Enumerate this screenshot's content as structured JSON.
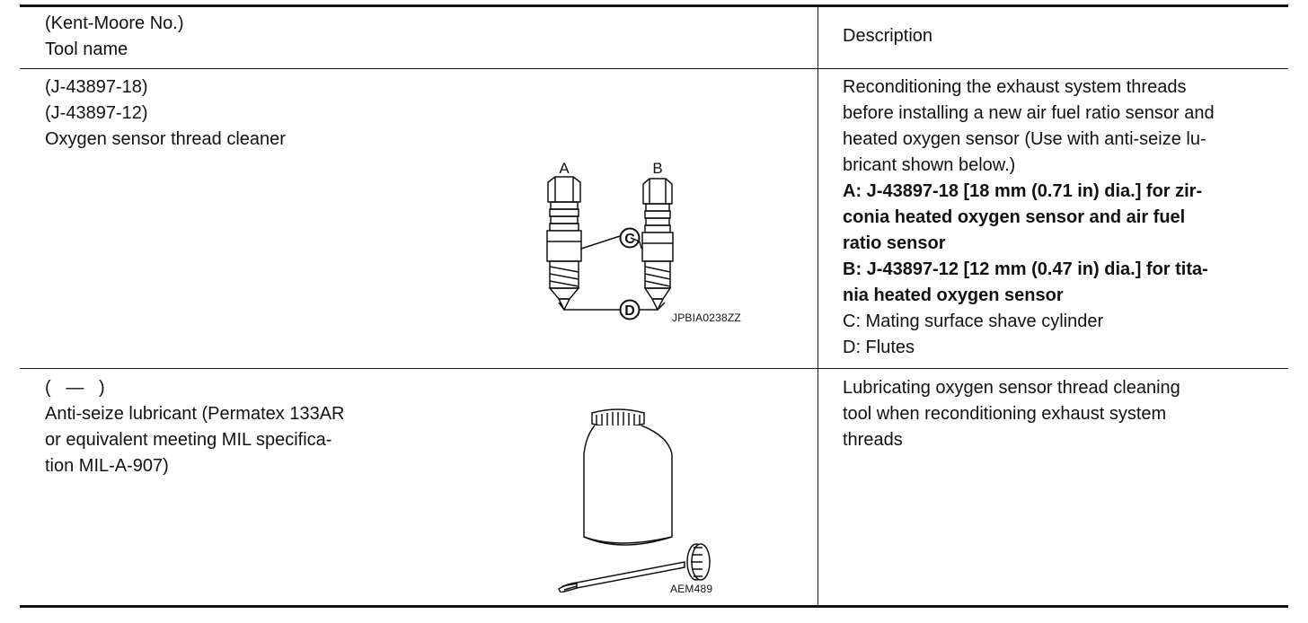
{
  "header": {
    "tool_col": [
      "(Kent-Moore No.)",
      "Tool name"
    ],
    "desc_col": "Description"
  },
  "rows": [
    {
      "tool_lines": [
        "(J-43897-18)",
        "(J-43897-12)",
        "Oxygen sensor thread cleaner"
      ],
      "figure": {
        "label_a": "A",
        "label_b": "B",
        "callout_c": "C",
        "callout_d": "D",
        "caption": "JPBIA0238ZZ"
      },
      "desc_lines": [
        {
          "text": "Reconditioning the exhaust system threads",
          "bold": false
        },
        {
          "text": "before installing a new air fuel ratio sensor and",
          "bold": false
        },
        {
          "text": "heated oxygen sensor (Use with anti-seize lu-",
          "bold": false
        },
        {
          "text": "bricant shown below.)",
          "bold": false
        },
        {
          "text": "A: J-43897-18 [18 mm (0.71 in) dia.] for zir-",
          "bold": true
        },
        {
          "text": "conia heated oxygen sensor and air fuel",
          "bold": true
        },
        {
          "text": "ratio sensor",
          "bold": true
        },
        {
          "text": "B: J-43897-12 [12 mm (0.47 in) dia.] for tita-",
          "bold": true
        },
        {
          "text": "nia heated oxygen sensor",
          "bold": true
        },
        {
          "text": "C: Mating surface shave cylinder",
          "bold": false
        },
        {
          "text": "D: Flutes",
          "bold": false
        }
      ]
    },
    {
      "tool_lines": [
        "(   —   )",
        "Anti-seize lubricant (Permatex 133AR",
        "or equivalent meeting MIL specifica-",
        "tion MIL-A-907)"
      ],
      "figure": {
        "caption": "AEM489"
      },
      "desc_lines": [
        {
          "text": "Lubricating oxygen sensor thread cleaning",
          "bold": false
        },
        {
          "text": "tool when reconditioning exhaust system",
          "bold": false
        },
        {
          "text": "threads",
          "bold": false
        }
      ]
    }
  ]
}
